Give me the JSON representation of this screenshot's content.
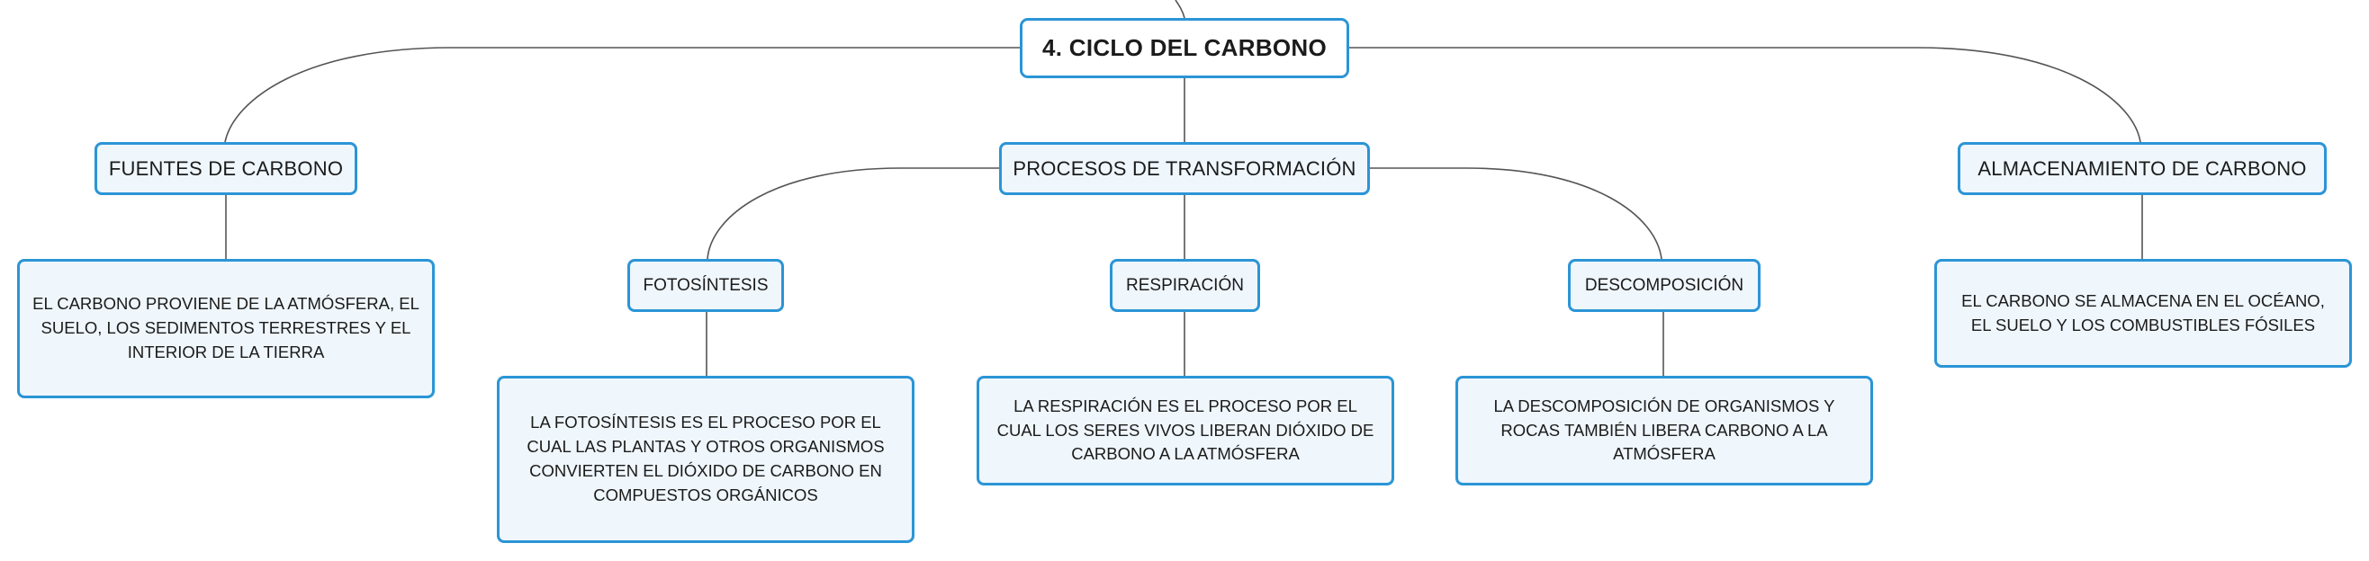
{
  "root": {
    "label": "4. CICLO DEL CARBONO"
  },
  "sources": {
    "label": "FUENTES DE CARBONO",
    "description": "EL CARBONO PROVIENE DE LA ATMÓSFERA, EL SUELO, LOS SEDIMENTOS TERRESTRES Y EL INTERIOR DE LA TIERRA"
  },
  "processes": {
    "label": "PROCESOS DE TRANSFORMACIÓN",
    "photosynthesis": {
      "label": "FOTOSÍNTESIS",
      "description": "LA FOTOSÍNTESIS ES EL PROCESO POR EL CUAL LAS PLANTAS Y OTROS ORGANISMOS CONVIERTEN EL DIÓXIDO DE CARBONO EN COMPUESTOS ORGÁNICOS"
    },
    "respiration": {
      "label": "RESPIRACIÓN",
      "description": "LA RESPIRACIÓN ES EL PROCESO POR EL CUAL LOS SERES VIVOS LIBERAN DIÓXIDO DE CARBONO A LA ATMÓSFERA"
    },
    "decomposition": {
      "label": "DESCOMPOSICIÓN",
      "description": "LA DESCOMPOSICIÓN DE ORGANISMOS Y ROCAS TAMBIÉN LIBERA CARBONO A LA ATMÓSFERA"
    }
  },
  "storage": {
    "label": "ALMACENAMIENTO DE CARBONO",
    "description": "EL CARBONO SE ALMACENA EN EL OCÉANO, EL SUELO Y LOS COMBUSTIBLES FÓSILES"
  },
  "colors": {
    "node_border": "#2b95d6",
    "node_fill": "#eff6fc",
    "connector": "#555555"
  }
}
